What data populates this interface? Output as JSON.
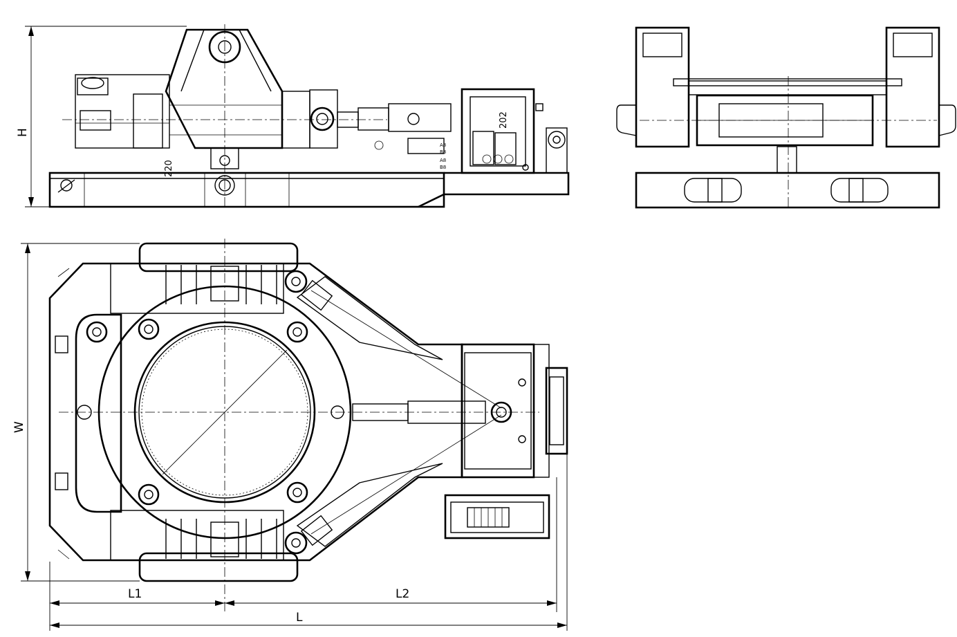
{
  "dimensions": {
    "height": "H",
    "width": "W",
    "length_1": "L1",
    "length_2": "L2",
    "length_total": "L"
  },
  "annotations": {
    "front_upper": "220",
    "front_vertical": "202",
    "panel_labels": [
      "A8",
      "B8",
      "A8",
      "B8"
    ]
  }
}
